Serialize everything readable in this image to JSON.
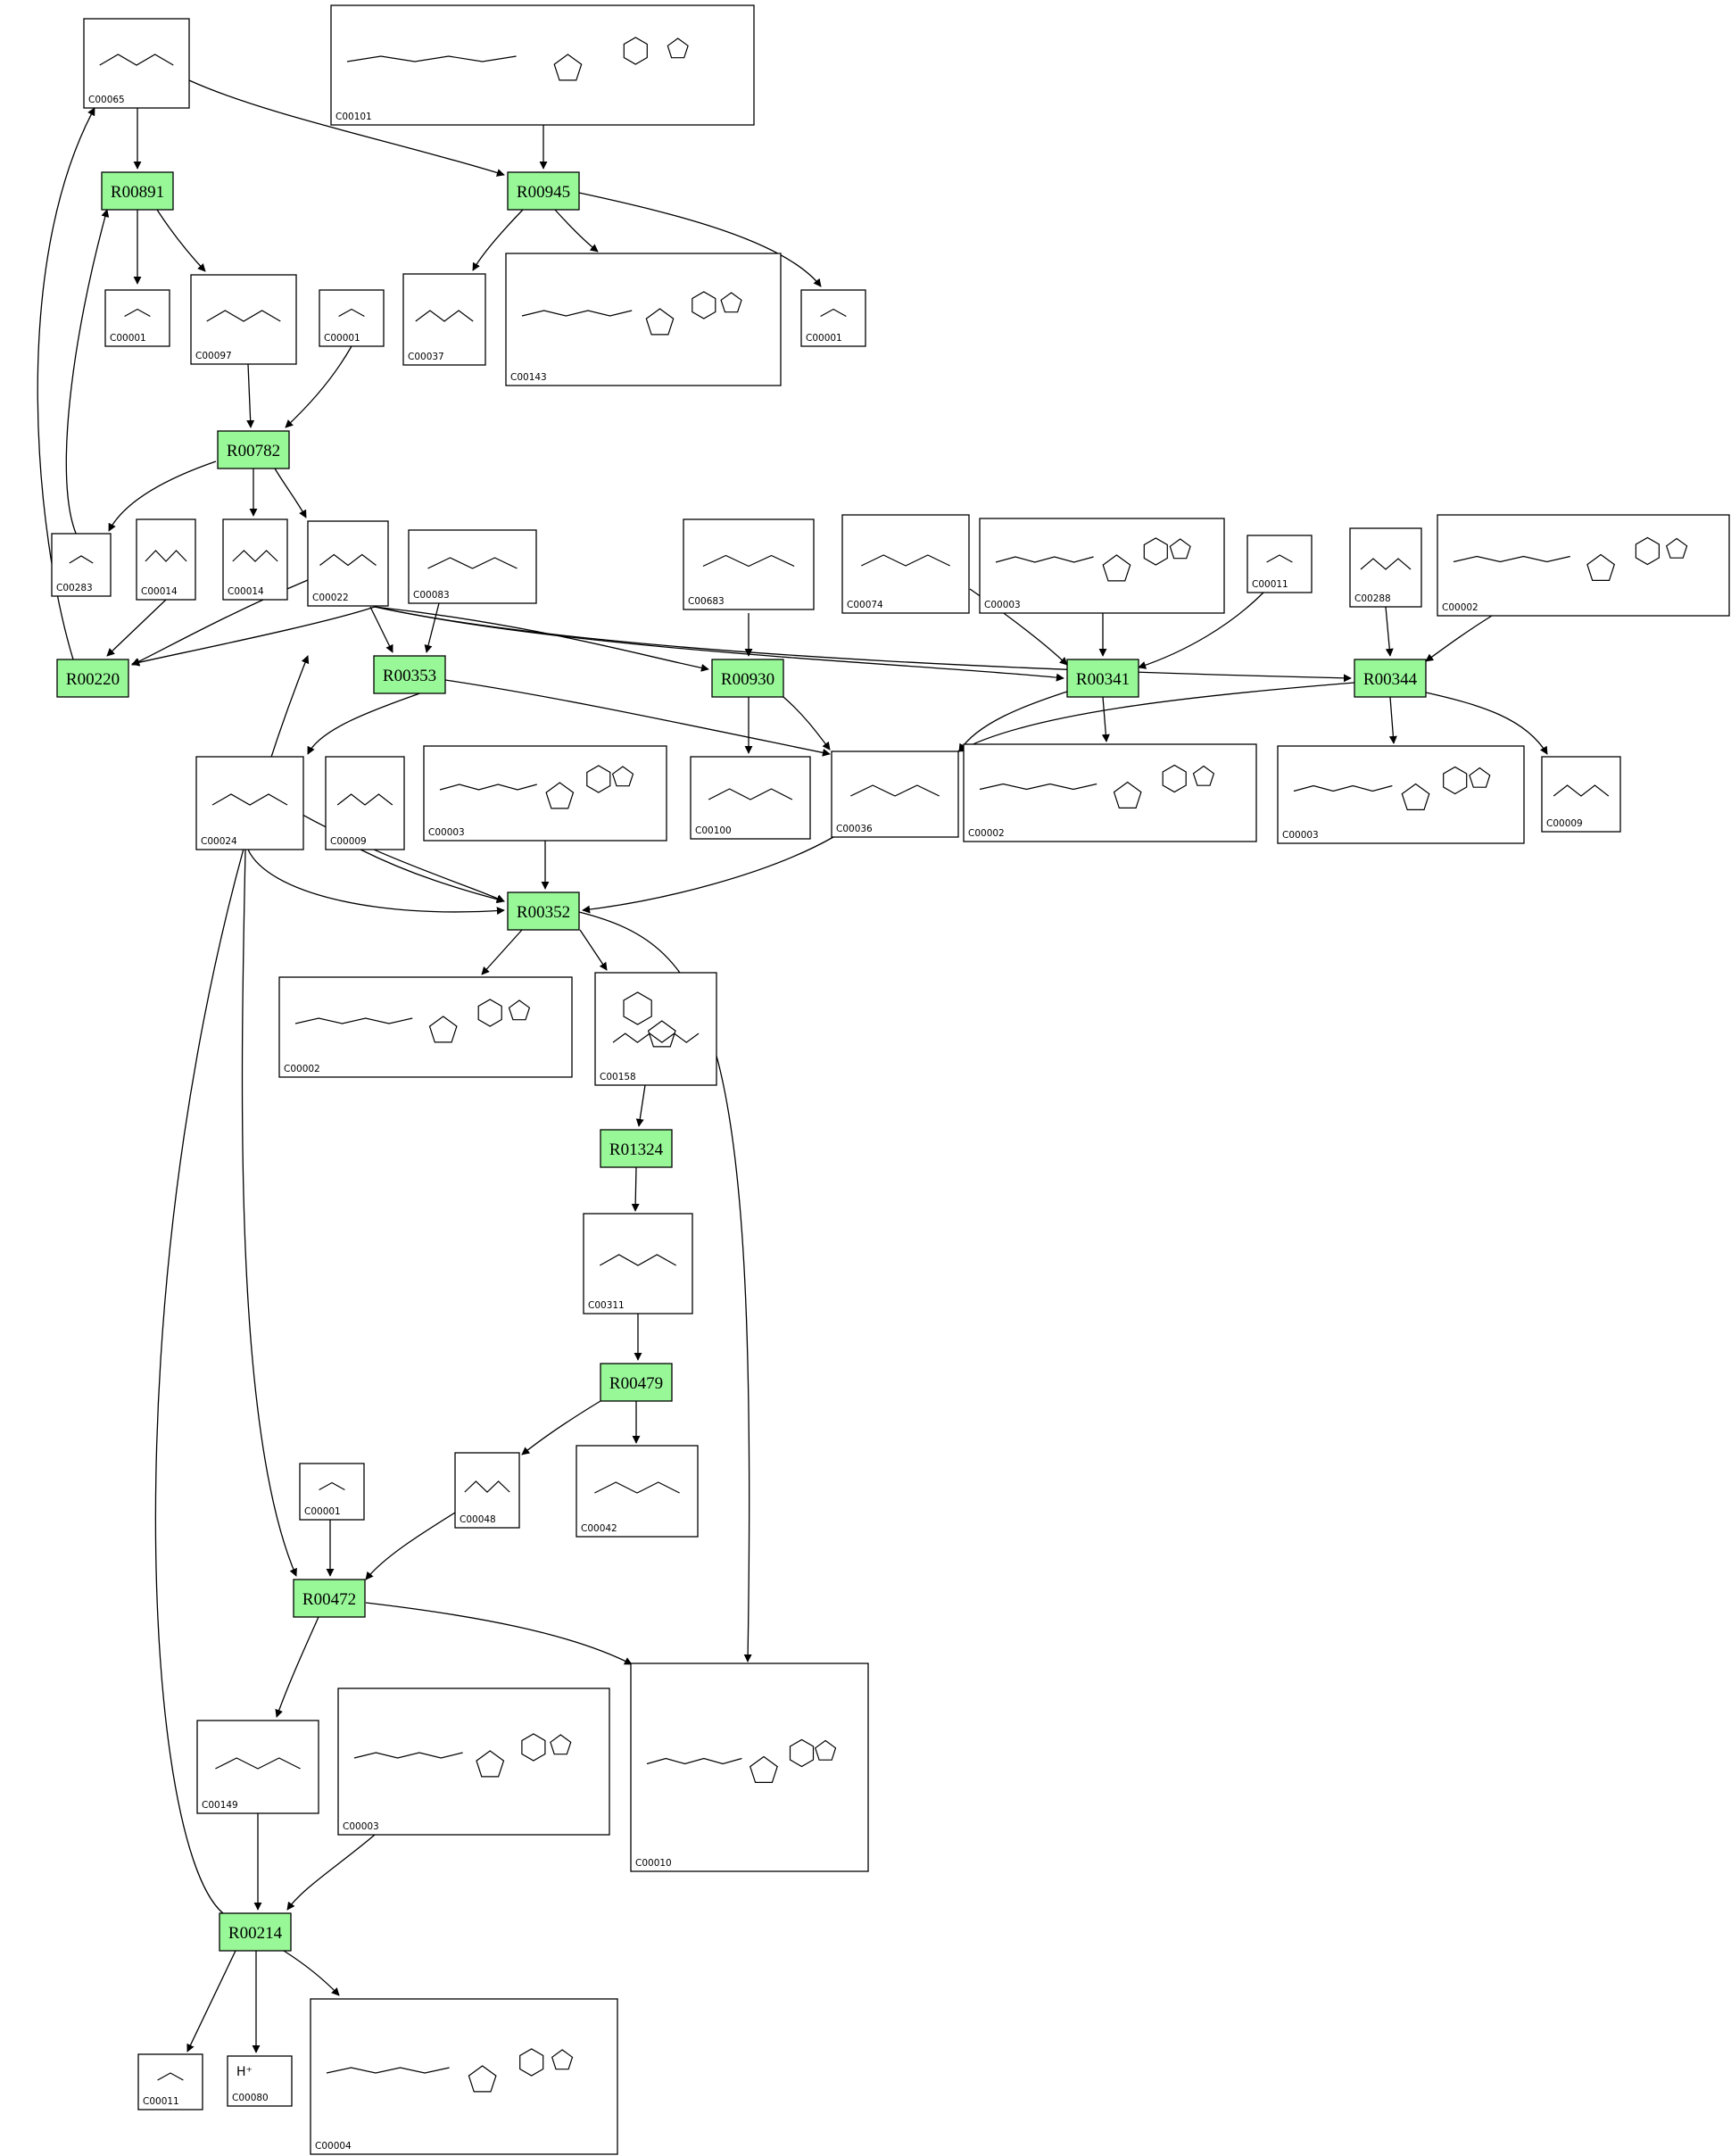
{
  "diagram": {
    "reactions": [
      {
        "id": "R00891"
      },
      {
        "id": "R00945"
      },
      {
        "id": "R00782"
      },
      {
        "id": "R00220"
      },
      {
        "id": "R00353"
      },
      {
        "id": "R00930"
      },
      {
        "id": "R00341"
      },
      {
        "id": "R00344"
      },
      {
        "id": "R00352"
      },
      {
        "id": "R01324"
      },
      {
        "id": "R00479"
      },
      {
        "id": "R00472"
      },
      {
        "id": "R00214"
      }
    ],
    "compounds": [
      {
        "id": "C00065"
      },
      {
        "id": "C00101"
      },
      {
        "id": "C00001"
      },
      {
        "id": "C00097"
      },
      {
        "id": "C00001"
      },
      {
        "id": "C00037"
      },
      {
        "id": "C00143"
      },
      {
        "id": "C00001"
      },
      {
        "id": "C00283"
      },
      {
        "id": "C00014"
      },
      {
        "id": "C00014"
      },
      {
        "id": "C00022"
      },
      {
        "id": "C00083"
      },
      {
        "id": "C00683"
      },
      {
        "id": "C00074"
      },
      {
        "id": "C00003"
      },
      {
        "id": "C00011"
      },
      {
        "id": "C00288"
      },
      {
        "id": "C00002"
      },
      {
        "id": "C00024"
      },
      {
        "id": "C00009"
      },
      {
        "id": "C00003"
      },
      {
        "id": "C00100"
      },
      {
        "id": "C00036"
      },
      {
        "id": "C00002"
      },
      {
        "id": "C00003"
      },
      {
        "id": "C00009"
      },
      {
        "id": "C00002"
      },
      {
        "id": "C00158"
      },
      {
        "id": "C00311"
      },
      {
        "id": "C00001"
      },
      {
        "id": "C00048"
      },
      {
        "id": "C00042"
      },
      {
        "id": "C00149"
      },
      {
        "id": "C00003"
      },
      {
        "id": "C00010"
      },
      {
        "id": "C00011"
      },
      {
        "id": "C00080",
        "formula": "H⁺"
      },
      {
        "id": "C00004"
      }
    ]
  }
}
